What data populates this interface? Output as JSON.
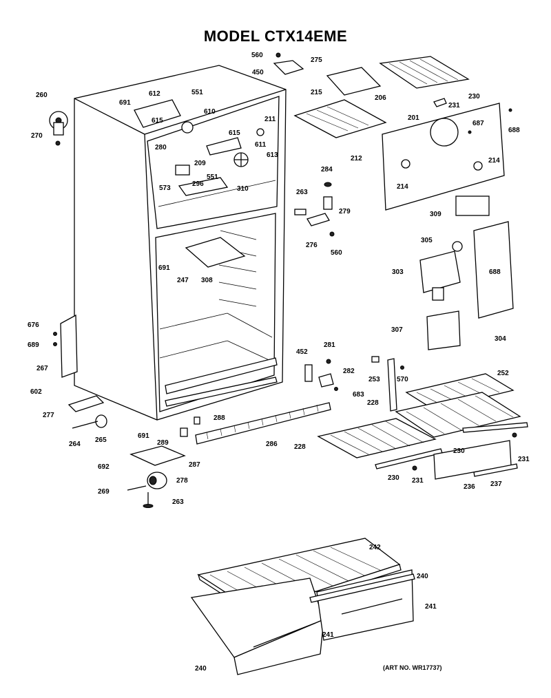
{
  "title": "MODEL CTX14EME",
  "art_number": "(ART NO. WR17737)",
  "callouts": [
    {
      "id": "c560a",
      "text": "560"
    },
    {
      "id": "c275",
      "text": "275"
    },
    {
      "id": "c450",
      "text": "450"
    },
    {
      "id": "c215",
      "text": "215"
    },
    {
      "id": "c206",
      "text": "206"
    },
    {
      "id": "c230a",
      "text": "230"
    },
    {
      "id": "c260",
      "text": "260"
    },
    {
      "id": "c270",
      "text": "270"
    },
    {
      "id": "c612",
      "text": "612"
    },
    {
      "id": "c551a",
      "text": "551"
    },
    {
      "id": "c691a",
      "text": "691"
    },
    {
      "id": "c610",
      "text": "610"
    },
    {
      "id": "c615a",
      "text": "615"
    },
    {
      "id": "c615b",
      "text": "615"
    },
    {
      "id": "c211",
      "text": "211"
    },
    {
      "id": "c611",
      "text": "611"
    },
    {
      "id": "c280",
      "text": "280"
    },
    {
      "id": "c209",
      "text": "209"
    },
    {
      "id": "c613",
      "text": "613"
    },
    {
      "id": "c573",
      "text": "573"
    },
    {
      "id": "c296",
      "text": "296"
    },
    {
      "id": "c551b",
      "text": "551"
    },
    {
      "id": "c310",
      "text": "310"
    },
    {
      "id": "c212",
      "text": "212"
    },
    {
      "id": "c201",
      "text": "201"
    },
    {
      "id": "c231a",
      "text": "231"
    },
    {
      "id": "c687",
      "text": "687"
    },
    {
      "id": "c688a",
      "text": "688"
    },
    {
      "id": "c214a",
      "text": "214"
    },
    {
      "id": "c214b",
      "text": "214"
    },
    {
      "id": "c284",
      "text": "284"
    },
    {
      "id": "c263a",
      "text": "263"
    },
    {
      "id": "c279",
      "text": "279"
    },
    {
      "id": "c276",
      "text": "276"
    },
    {
      "id": "c560b",
      "text": "560"
    },
    {
      "id": "c309",
      "text": "309"
    },
    {
      "id": "c305",
      "text": "305"
    },
    {
      "id": "c303",
      "text": "303"
    },
    {
      "id": "c688b",
      "text": "688"
    },
    {
      "id": "c304",
      "text": "304"
    },
    {
      "id": "c307",
      "text": "307"
    },
    {
      "id": "c691b",
      "text": "691"
    },
    {
      "id": "c247",
      "text": "247"
    },
    {
      "id": "c308",
      "text": "308"
    },
    {
      "id": "c676",
      "text": "676"
    },
    {
      "id": "c689",
      "text": "689"
    },
    {
      "id": "c267",
      "text": "267"
    },
    {
      "id": "c452",
      "text": "452"
    },
    {
      "id": "c281",
      "text": "281"
    },
    {
      "id": "c282",
      "text": "282"
    },
    {
      "id": "c683",
      "text": "683"
    },
    {
      "id": "c253",
      "text": "253"
    },
    {
      "id": "c570",
      "text": "570"
    },
    {
      "id": "c252",
      "text": "252"
    },
    {
      "id": "c602",
      "text": "602"
    },
    {
      "id": "c277",
      "text": "277"
    },
    {
      "id": "c228a",
      "text": "228"
    },
    {
      "id": "c288",
      "text": "288"
    },
    {
      "id": "c264",
      "text": "264"
    },
    {
      "id": "c265",
      "text": "265"
    },
    {
      "id": "c691c",
      "text": "691"
    },
    {
      "id": "c289",
      "text": "289"
    },
    {
      "id": "c286",
      "text": "286"
    },
    {
      "id": "c228b",
      "text": "228"
    },
    {
      "id": "c230b",
      "text": "230"
    },
    {
      "id": "c231b",
      "text": "231"
    },
    {
      "id": "c692",
      "text": "692"
    },
    {
      "id": "c287",
      "text": "287"
    },
    {
      "id": "c278",
      "text": "278"
    },
    {
      "id": "c230c",
      "text": "230"
    },
    {
      "id": "c231c",
      "text": "231"
    },
    {
      "id": "c236",
      "text": "236"
    },
    {
      "id": "c237",
      "text": "237"
    },
    {
      "id": "c269",
      "text": "269"
    },
    {
      "id": "c263b",
      "text": "263"
    },
    {
      "id": "c242",
      "text": "242"
    },
    {
      "id": "c240a",
      "text": "240"
    },
    {
      "id": "c241a",
      "text": "241"
    },
    {
      "id": "c241b",
      "text": "241"
    },
    {
      "id": "c240b",
      "text": "240"
    }
  ]
}
